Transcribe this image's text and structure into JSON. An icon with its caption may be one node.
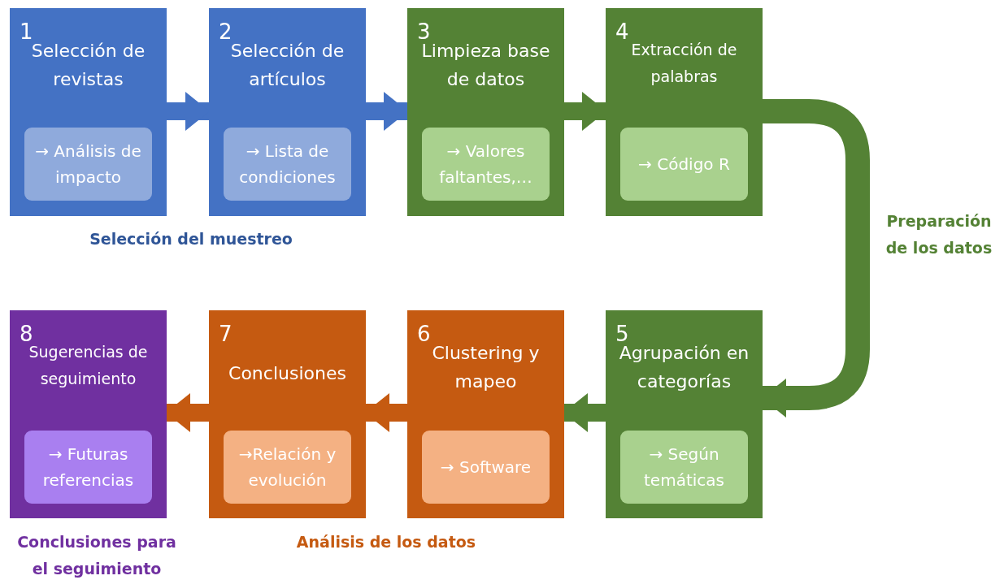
{
  "diagram": {
    "nodes": [
      {
        "text": [
          "1",
          "Selección de revistas"
        ]
      },
      {
        "text": [
          "→ Análisis de impacto"
        ],
        "in": 0
      },
      {
        "text": [
          "2",
          "Selección de artículos"
        ]
      },
      {
        "text": [
          "→ Lista de condiciones"
        ],
        "in": 2
      },
      {
        "text": [
          "3",
          "Limpieza base de datos"
        ]
      },
      {
        "text": [
          "→ Valores faltantes,…"
        ],
        "in": 4
      },
      {
        "text": [
          "4",
          "Extracción de palabras"
        ]
      },
      {
        "text": [
          "→ Código R"
        ],
        "in": 6
      },
      {
        "text": [
          "5",
          "Agrupación en categorías"
        ]
      },
      {
        "text": [
          "→ Según temáticas"
        ],
        "in": 8
      },
      {
        "text": [
          "6",
          "Clustering y mapeo"
        ]
      },
      {
        "text": [
          "→ Software"
        ],
        "in": 10
      },
      {
        "text": [
          "7",
          "Conclusiones"
        ]
      },
      {
        "text": [
          "→Relación y evolución"
        ],
        "in": 12
      },
      {
        "text": [
          "8",
          "Sugerencias de seguimiento"
        ]
      },
      {
        "text": [
          "→ Futuras referencias"
        ],
        "in": 14
      }
    ],
    "edges": [
      {
        "from": 0,
        "to": 2,
        "arrow": "to",
        "color": "#4472c4"
      },
      {
        "from": 2,
        "to": 4,
        "arrow": "to",
        "color": "#4472c4"
      },
      {
        "from": 4,
        "to": 6,
        "arrow": "to"
      },
      {
        "from": 6,
        "to": 8,
        "arrow": "to"
      },
      {
        "from": 8,
        "to": 10,
        "arrow": "to"
      },
      {
        "from": 10,
        "to": 12,
        "arrow": "to",
        "color": "#c55a11"
      },
      {
        "from": 12,
        "to": 14,
        "arrow": "to",
        "color": "#c55a11"
      }
    ],
    "labels": [
      "Selección del muestreo",
      "Preparación de los datos",
      "Conclusiones para el seguimiento",
      "Análisis de los datos"
    ]
  }
}
